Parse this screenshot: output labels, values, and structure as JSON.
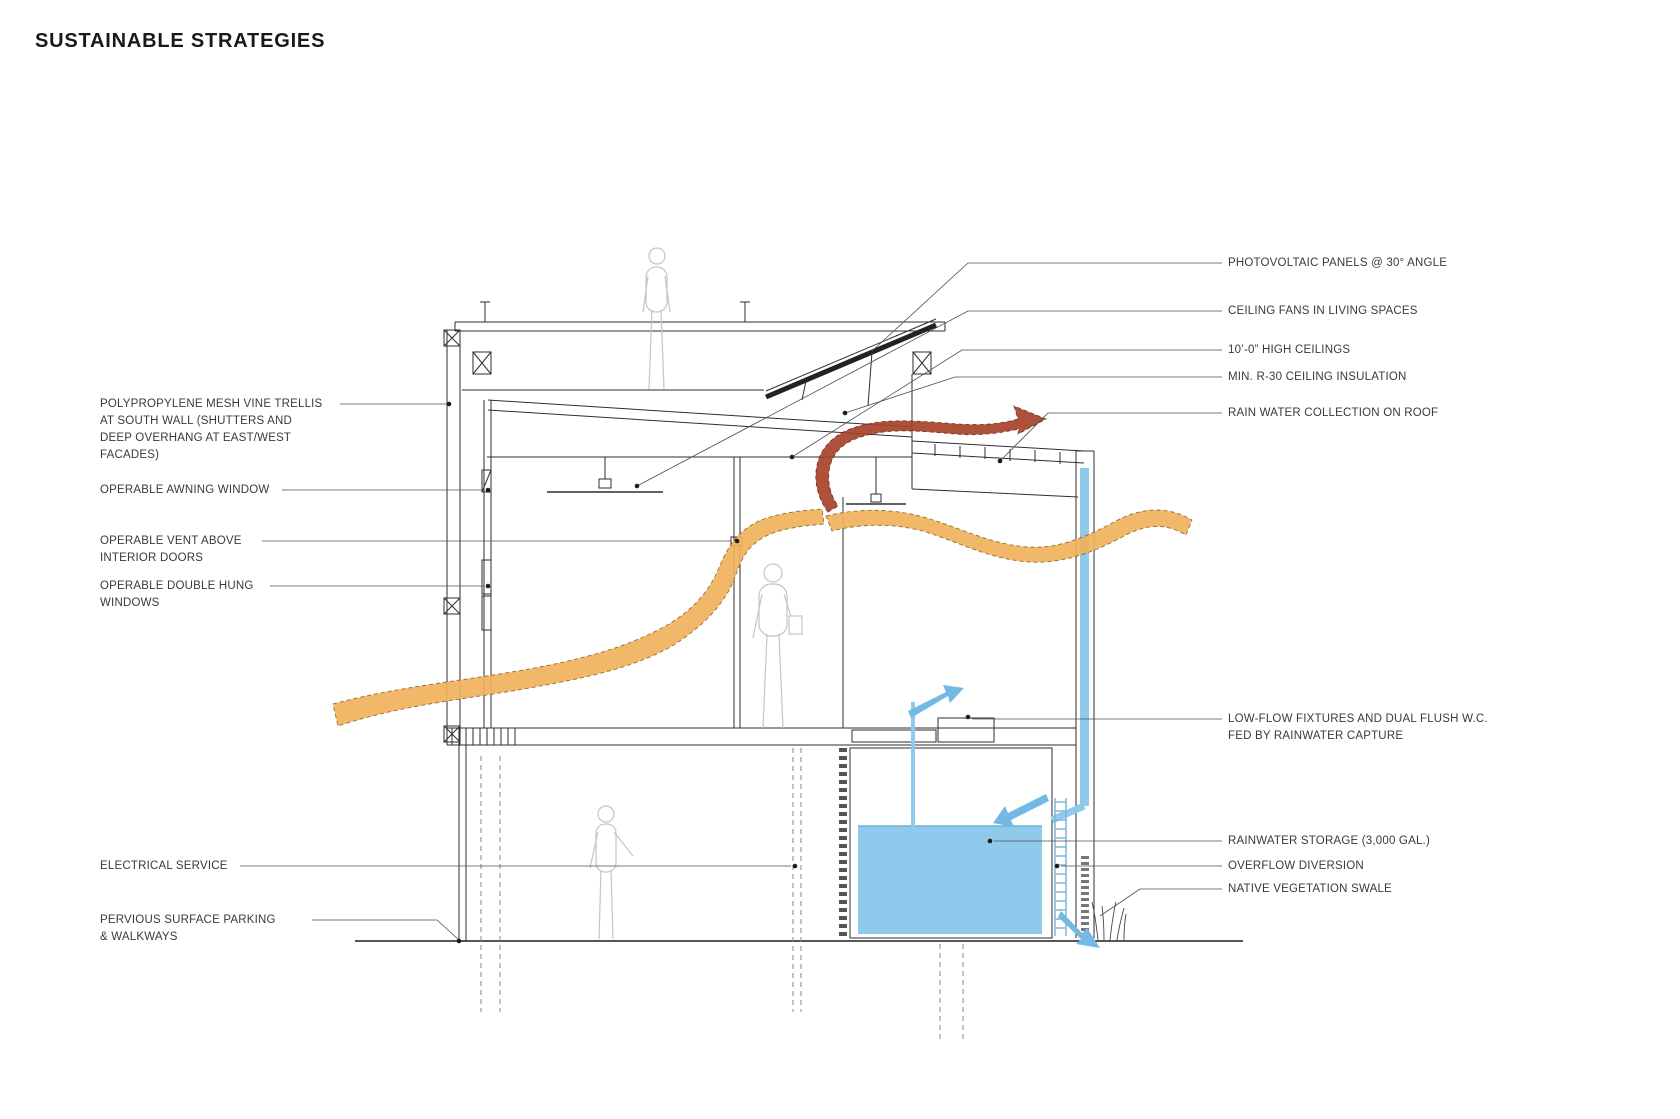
{
  "page": {
    "title": "SUSTAINABLE STRATEGIES"
  },
  "colors": {
    "line": "#2e2e2e",
    "label_text": "#3a3a3a",
    "airflow_warm": "#efb25c",
    "airflow_warm_edge": "#8a6420",
    "airflow_hot": "#a8432b",
    "airflow_hot_edge": "#6d2414",
    "water": "#8fc9ec",
    "water_arrow": "#74b9e4",
    "figure_outline": "#c4c4c4"
  },
  "labels": {
    "left": [
      {
        "text": "POLYPROPYLENE MESH VINE TRELLIS\nAT SOUTH WALL (SHUTTERS AND\nDEEP OVERHANG AT EAST/WEST\nFACADES)"
      },
      {
        "text": "OPERABLE AWNING WINDOW"
      },
      {
        "text": "OPERABLE VENT ABOVE\nINTERIOR DOORS"
      },
      {
        "text": "OPERABLE DOUBLE HUNG\nWINDOWS"
      },
      {
        "text": "ELECTRICAL SERVICE"
      },
      {
        "text": "PERVIOUS SURFACE PARKING\n& WALKWAYS"
      }
    ],
    "right": [
      {
        "text": "PHOTOVOLTAIC PANELS @ 30° ANGLE"
      },
      {
        "text": "CEILING FANS IN LIVING SPACES"
      },
      {
        "text": "10’-0” HIGH CEILINGS"
      },
      {
        "text": "MIN. R-30 CEILING INSULATION"
      },
      {
        "text": "RAIN WATER COLLECTION ON ROOF"
      },
      {
        "text": "LOW-FLOW FIXTURES AND DUAL FLUSH W.C.\nFED BY RAINWATER CAPTURE"
      },
      {
        "text": "RAINWATER STORAGE (3,000 GAL.)"
      },
      {
        "text": "OVERFLOW DIVERSION"
      },
      {
        "text": "NATIVE VEGETATION SWALE"
      }
    ]
  }
}
